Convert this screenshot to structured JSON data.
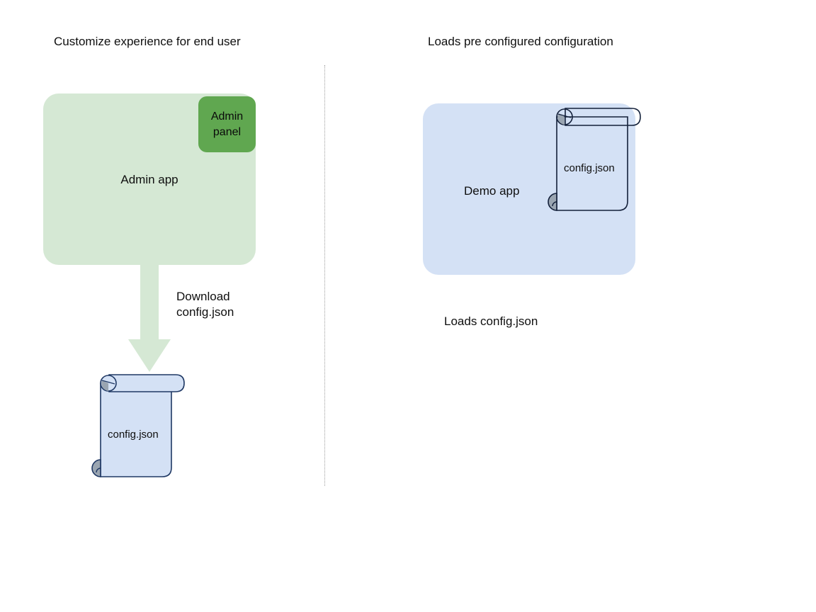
{
  "diagram": {
    "background_color": "#ffffff",
    "sections": [
      {
        "id": "left",
        "title": "Customize experience for end user"
      },
      {
        "id": "right",
        "title": "Loads pre configured configuration"
      }
    ],
    "divider": {
      "style": "dotted-vertical",
      "color": "#8f8f8f"
    }
  },
  "left_flow": {
    "app_box": {
      "label": "Admin app",
      "fill": "#d5e8d4"
    },
    "panel_box": {
      "label": "Admin panel",
      "label_line1": "Admin",
      "label_line2": "panel",
      "fill": "#60a750"
    },
    "arrow": {
      "direction": "down",
      "color": "#d5e8d4",
      "label_line1": "Download",
      "label_line2": "config.json",
      "label": "Download config.json"
    },
    "file": {
      "label": "config.json",
      "fill": "#d4e1f5",
      "stroke": "#1f3864",
      "roll_fill": "#9aa5b1"
    }
  },
  "right_flow": {
    "app_box": {
      "label": "Demo app",
      "fill": "#d4e1f5"
    },
    "file": {
      "label": "config.json",
      "fill": "none",
      "stroke": "#13203a",
      "roll_fill": "#9aa5b1"
    },
    "caption": "Loads config.json"
  }
}
